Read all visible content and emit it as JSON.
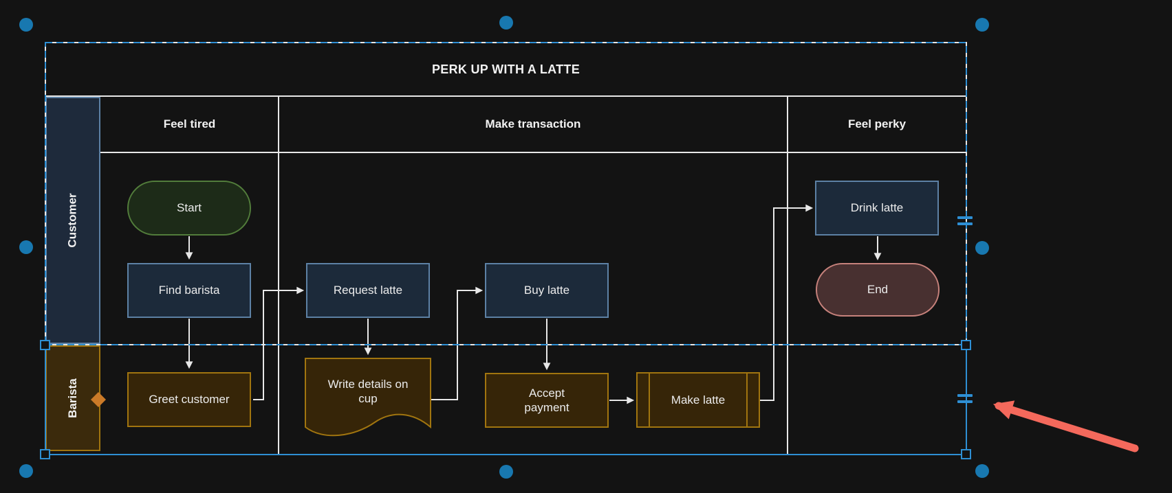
{
  "diagram": {
    "title": "PERK UP WITH A LATTE",
    "phases": [
      {
        "label": "Feel tired"
      },
      {
        "label": "Make transaction"
      },
      {
        "label": "Feel perky"
      }
    ],
    "lanes": [
      {
        "label": "Customer"
      },
      {
        "label": "Barista"
      }
    ]
  },
  "nodes": {
    "start": {
      "label": "Start",
      "type": "terminator",
      "lane": "Customer",
      "phase": "Feel tired"
    },
    "find_barista": {
      "label": "Find barista",
      "type": "process",
      "lane": "Customer",
      "phase": "Feel tired"
    },
    "greet_customer": {
      "label": "Greet customer",
      "type": "process",
      "lane": "Barista",
      "phase": "Feel tired"
    },
    "request_latte": {
      "label": "Request latte",
      "type": "process",
      "lane": "Customer",
      "phase": "Make transaction"
    },
    "write_details": {
      "label": "Write details on cup",
      "type": "document",
      "lane": "Barista",
      "phase": "Make transaction"
    },
    "buy_latte": {
      "label": "Buy latte",
      "type": "process",
      "lane": "Customer",
      "phase": "Make transaction"
    },
    "accept_payment": {
      "label": "Accept payment",
      "type": "process",
      "lane": "Barista",
      "phase": "Make transaction"
    },
    "make_latte": {
      "label": "Make latte",
      "type": "subprocess",
      "lane": "Barista",
      "phase": "Make transaction"
    },
    "drink_latte": {
      "label": "Drink latte",
      "type": "process",
      "lane": "Customer",
      "phase": "Feel perky"
    },
    "end": {
      "label": "End",
      "type": "terminator",
      "lane": "Customer",
      "phase": "Feel perky"
    }
  },
  "edges": [
    {
      "from": "start",
      "to": "find_barista"
    },
    {
      "from": "find_barista",
      "to": "greet_customer"
    },
    {
      "from": "greet_customer",
      "to": "request_latte"
    },
    {
      "from": "request_latte",
      "to": "write_details"
    },
    {
      "from": "write_details",
      "to": "buy_latte"
    },
    {
      "from": "buy_latte",
      "to": "accept_payment"
    },
    {
      "from": "accept_payment",
      "to": "make_latte"
    },
    {
      "from": "make_latte",
      "to": "drink_latte"
    },
    {
      "from": "drink_latte",
      "to": "end"
    }
  ],
  "colors": {
    "canvas_bg": "#131313",
    "line_white": "#e8e8e8",
    "selection_blue": "#2e8fd4",
    "handle_dot_blue": "#1878b0",
    "lane_move_handle_orange": "#cb7a28",
    "annotation_arrow_red": "#f4695c",
    "terminator_start_fill": "#1d2b18",
    "terminator_start_stroke": "#527d3b",
    "terminator_end_fill": "#483030",
    "terminator_end_stroke": "#c7827c",
    "customer_fill": "#1c2a3a",
    "customer_stroke": "#5d81a5",
    "barista_fill": "#362508",
    "barista_stroke": "#a1750f"
  }
}
